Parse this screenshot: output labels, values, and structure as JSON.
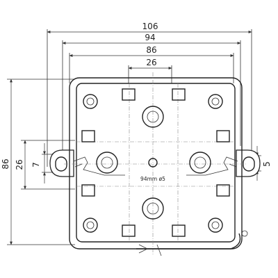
{
  "dimensions": {
    "d106": "106",
    "d94": "94",
    "d86_top": "86",
    "d26_top": "26",
    "d86_left": "86",
    "d26_left": "26",
    "d7": "7",
    "d5": "5"
  },
  "annotation": {
    "center_label": "94mm ø5"
  },
  "colors": {
    "line": "#222222",
    "center_line": "#888888"
  }
}
